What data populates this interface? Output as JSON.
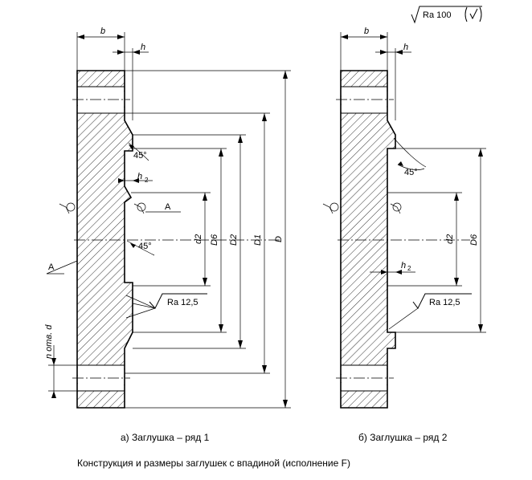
{
  "roughness_general": "Ra 100",
  "view_a": {
    "dims": {
      "b": "b",
      "h": "h",
      "h2": "h2",
      "D": "D",
      "D1": "D1",
      "D2": "D2",
      "D6": "D6",
      "d2": "d2"
    },
    "angle_1": "45°",
    "angle_2": "45°",
    "section_mark": "A",
    "roughness": "Ra 12,5",
    "holes": "n отв. d",
    "caption": "а) Заглушка – ряд 1"
  },
  "view_b": {
    "dims": {
      "b": "b",
      "h": "h",
      "h2": "h2",
      "D6": "D6",
      "d2": "d2"
    },
    "angle": "45°",
    "roughness": "Ra 12,5",
    "caption": "б) Заглушка – ряд 2"
  },
  "title": "Конструкция и размеры заглушек с впадиной (исполнение F)"
}
